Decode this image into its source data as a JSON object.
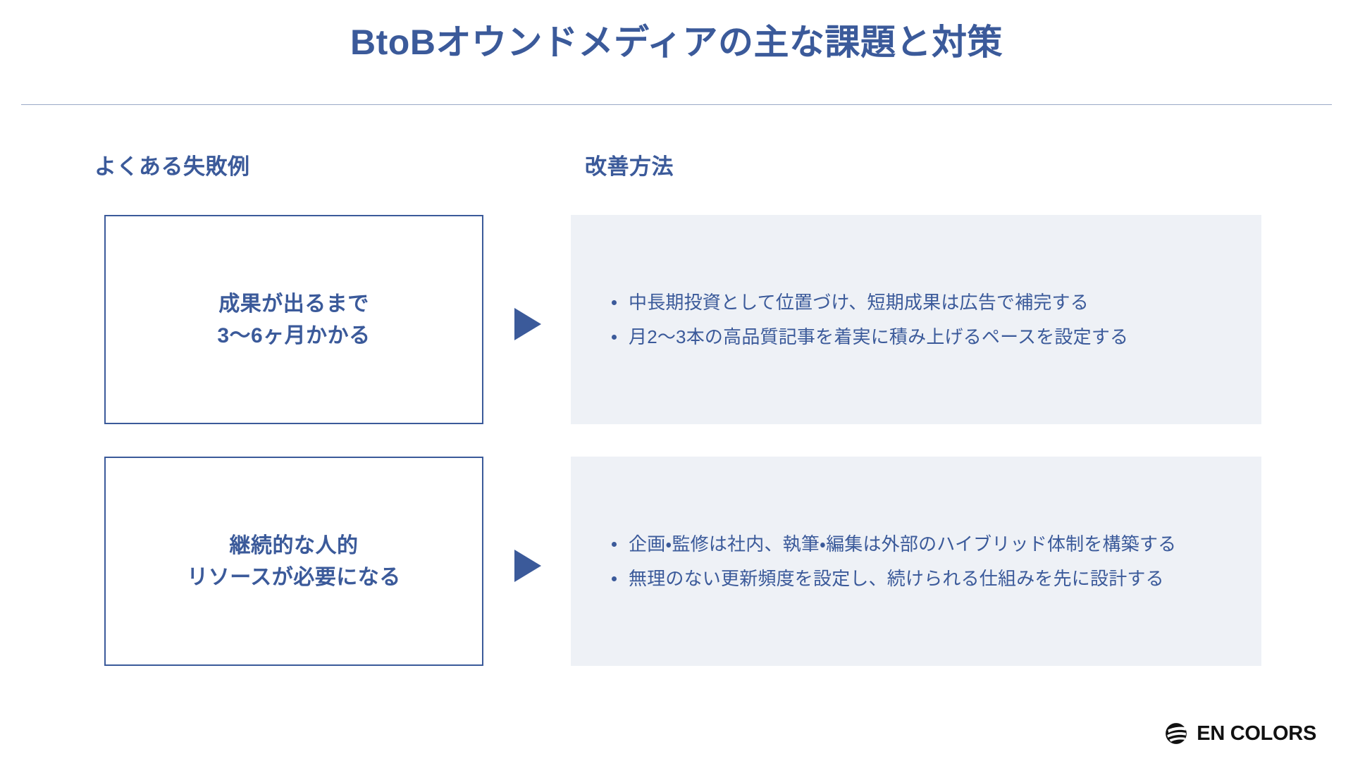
{
  "slide": {
    "title": "BtoBオウンドメディアの主な課題と対策",
    "accent_color": "#3b5a9a",
    "panel_bg_color": "#eef1f6",
    "background_color": "#ffffff"
  },
  "columns": {
    "left_header": "よくある失敗例",
    "right_header": "改善方法"
  },
  "rows": [
    {
      "problem": "成果が出るまで\n3〜6ヶ月かかる",
      "arrow_icon": "triangle-right-icon",
      "solutions": [
        "中長期投資として位置づけ、短期成果は広告で補完する",
        "月2〜3本の高品質記事を着実に積み上げるペースを設定する"
      ]
    },
    {
      "problem": "継続的な人的\nリソースが必要になる",
      "arrow_icon": "triangle-right-icon",
      "solutions": [
        "企画・監修は社内、執筆・編集は外部のハイブリッド体制を構築する",
        "無理のない更新頻度を設定し、続けられる仕組みを先に設計する"
      ]
    }
  ],
  "logo": {
    "mark_icon": "globe-swoosh-icon",
    "text": "EN COLORS",
    "color": "#111111"
  }
}
